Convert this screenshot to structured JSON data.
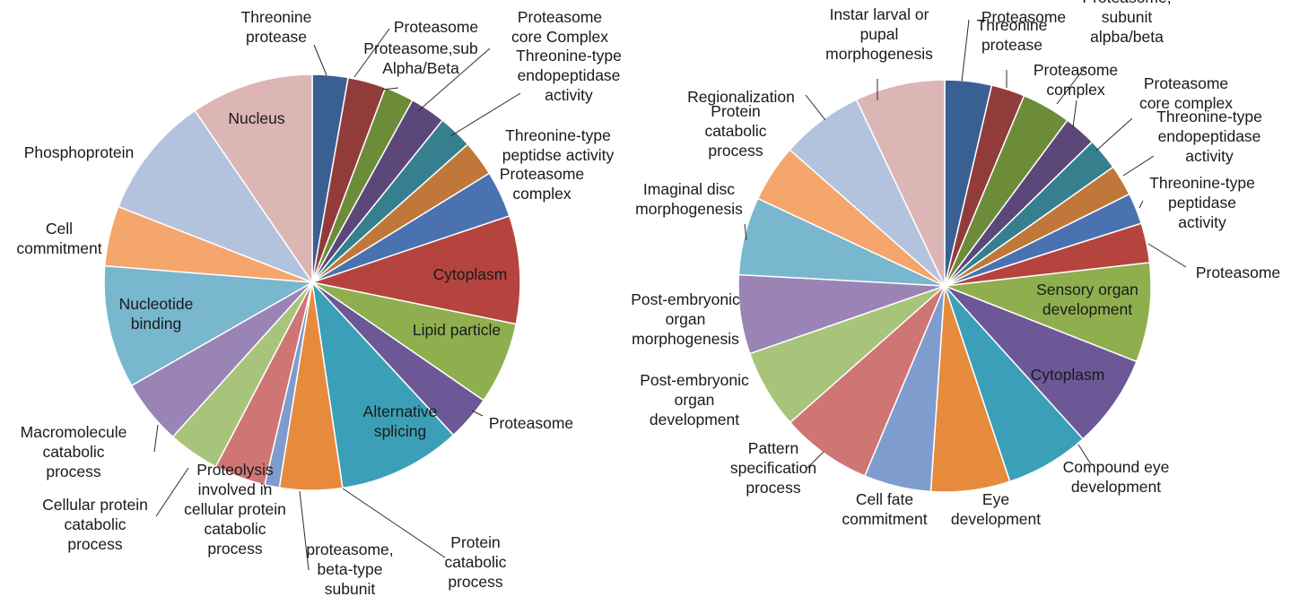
{
  "chart_data": [
    {
      "type": "pie",
      "title": "",
      "start_angle_deg": 0,
      "direction": "clockwise",
      "slices": [
        {
          "label": "Threonine protease",
          "value": 2.9,
          "color": "#3a5f93"
        },
        {
          "label": "Proteasome",
          "value": 3.1,
          "color": "#913c3b"
        },
        {
          "label": "Proteasome,sub Alpha/Beta",
          "value": 2.4,
          "color": "#6c8c3a"
        },
        {
          "label": "Proteasome core Complex",
          "value": 2.9,
          "color": "#5c477a"
        },
        {
          "label": "Threonine-type endopeptidase activity",
          "value": 2.8,
          "color": "#357f8f"
        },
        {
          "label": "Threonine-type peptidse activity",
          "value": 2.9,
          "color": "#c0773a"
        },
        {
          "label": "Proteasome complex",
          "value": 3.8,
          "color": "#4a72b0"
        },
        {
          "label": "Cytoplasm",
          "value": 8.8,
          "color": "#b5443f"
        },
        {
          "label": "Lipid particle",
          "value": 6.7,
          "color": "#8faf4f"
        },
        {
          "label": "Proteasome",
          "value": 3.7,
          "color": "#6c5896"
        },
        {
          "label": "Alternative splicing",
          "value": 10.0,
          "color": "#3b9fb7"
        },
        {
          "label": "Protein catabolic process",
          "value": 5.1,
          "color": "#e68b3e"
        },
        {
          "label": "proteasome, beta-type subunit",
          "value": 1.2,
          "color": "#7f9ccf"
        },
        {
          "label": "Proteolysis involved in cellular protein catabolic process",
          "value": 4.2,
          "color": "#cf7574"
        },
        {
          "label": "Cellular protein catabolic process",
          "value": 4.2,
          "color": "#a8c47a"
        },
        {
          "label": "Macromolecule catabolic process",
          "value": 5.3,
          "color": "#9a84b5"
        },
        {
          "label": "Nucleotide binding",
          "value": 10.0,
          "color": "#78b7cd"
        },
        {
          "label": "Cell commitment",
          "value": 4.9,
          "color": "#f4a66d"
        },
        {
          "label": "Phosphoprotein",
          "value": 10.0,
          "color": "#b3c3de"
        },
        {
          "label": "Nucleus",
          "value": 10.0,
          "color": "#dcb5b5"
        }
      ]
    },
    {
      "type": "pie",
      "title": "",
      "start_angle_deg": 0,
      "direction": "clockwise",
      "slices": [
        {
          "label": "Proteasome",
          "value": 3.9,
          "color": "#3a5f93"
        },
        {
          "label": "Threonine protease",
          "value": 2.8,
          "color": "#913c3b"
        },
        {
          "label": "Proteasome, subunit alpba/beta",
          "value": 4.1,
          "color": "#6c8c3a"
        },
        {
          "label": "Proteasome complex",
          "value": 2.7,
          "color": "#5c477a"
        },
        {
          "label": "Proteasome core complex",
          "value": 2.7,
          "color": "#357f8f"
        },
        {
          "label": "Threonine-type endopeptidase activity",
          "value": 2.6,
          "color": "#c0773a"
        },
        {
          "label": "Threonine-type peptidase activity",
          "value": 2.6,
          "color": "#4a72b0"
        },
        {
          "label": "Proteasome",
          "value": 3.3,
          "color": "#b5443f"
        },
        {
          "label": "Sensory organ development",
          "value": 8.3,
          "color": "#8faf4f"
        },
        {
          "label": "Cytoplasm",
          "value": 7.8,
          "color": "#6c5896"
        },
        {
          "label": "Compound eye development",
          "value": 7.0,
          "color": "#3b9fb7"
        },
        {
          "label": "Eye development",
          "value": 6.6,
          "color": "#e68b3e"
        },
        {
          "label": "Cell fate commitment",
          "value": 5.6,
          "color": "#7f9ccf"
        },
        {
          "label": "Pattern specification process",
          "value": 7.6,
          "color": "#cf7574"
        },
        {
          "label": "Post-embryonic organ development",
          "value": 6.6,
          "color": "#a8c47a"
        },
        {
          "label": "Post-embryonic organ morphogenesis",
          "value": 6.6,
          "color": "#9a84b5"
        },
        {
          "label": "Imaginal disc morphogenesis",
          "value": 6.5,
          "color": "#78b7cd"
        },
        {
          "label": "Protein catabolic process",
          "value": 4.8,
          "color": "#f4a66d"
        },
        {
          "label": "Regionalization",
          "value": 6.9,
          "color": "#b3c3de"
        },
        {
          "label": "Instar larval or pupal morphogenesis",
          "value": 7.5,
          "color": "#dcb5b5"
        }
      ]
    }
  ]
}
